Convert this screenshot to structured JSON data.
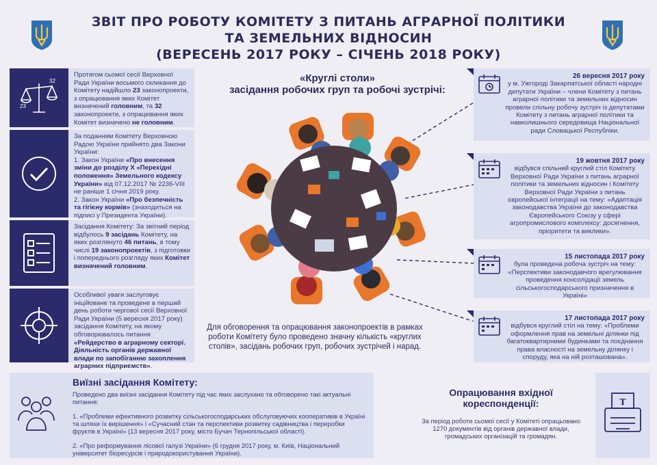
{
  "header": {
    "title_line1": "ЗВІТ ПРО РОБОТУ КОМІТЕТУ З ПИТАНЬ АГРАРНОЇ ПОЛІТИКИ ТА ЗЕМЕЛЬНИХ ВІДНОСИН",
    "title_line2": "(ВЕРЕСЕНЬ 2017 РОКУ – СІЧЕНЬ 2018 РОКУ)"
  },
  "scale_icon": {
    "left": "23",
    "right": "32"
  },
  "left_panels": [
    {
      "p1": "Протягом сьомої сесії Верховної Ради України восьмого скликання до Комітету надійшло ",
      "b1": "23",
      "p2": " законопроекти, з опрацювання яких Комітет визначений ",
      "b2": "головним",
      "p3": ", та ",
      "b3": "32",
      "p4": " законопроекти, з опрацювання яких Комітет визначено ",
      "b4": "не головним",
      "p5": "."
    },
    {
      "intro": "За поданням Комітету Верховною Радою України прийнято два Закони України:",
      "l1a": "1. Закон України ",
      "l1b": "«Про внесення зміни до розділу Х «Перехідні положення» Земельного кодексу України»",
      "l1c": " від 07.12.2017 № 2236-VIII не раніше 1 січня 2019 року.",
      "l2a": "2. Закон України ",
      "l2b": "«Про безпечність та гігієну кормів»",
      "l2c": " (знаходиться на підписі у Президента України)."
    },
    {
      "p1": "Засідання Комітету: За звітний період відбулось ",
      "b1": "9 засідань",
      "p2": " Комітету, на яких розглянуто ",
      "b2": "46 питань",
      "p3": ", в тому числі ",
      "b3": "19 законопроектів",
      "p4": ", з підготовки і попереднього розгляду яких ",
      "b4": "Комітет визначений головним",
      "p5": "."
    },
    {
      "p1": "Особливої уваги заслуговує ініційоване та проведене в перший день роботи чергової сесії Верховної Ради України (5 вересня 2017 року) засідання Комітету, на якому обговорювалось питання ",
      "b1": "«Рейдерство в аграрному секторі. Діяльність органів державної влади по запобіганню захоплення аграрних підприємств»",
      "p2": "."
    }
  ],
  "center": {
    "title_line1": "«Круглі столи»",
    "title_line2": "засідання робочих груп та робочі зустрічі:",
    "description": "Для обговорення та опрацювання законопроектів в рамках роботи Комітету було проведено значну кількість «круглих столів», засідань робочих груп, робочих зустрічей і нарад."
  },
  "right_panels": [
    {
      "date": "26 вересня 2017 року",
      "text": "у м. Ужгороді Закарпатської області народні депутати України – члени Комітету з питань аграрної політики та земельних відносин провели спільну робочу зустріч із депутатами Комітету з питань аграрної політики та навколишнього середовища Національної ради Словацької Республіки."
    },
    {
      "date": "19 жовтня 2017 року",
      "text": "відбувся спільний круглий стіл Комітету Верховної Ради України з питань аграрної політики та земельних відносин і Комітету Верховної Ради України з питань європейської інтеграції на тему: «Адаптація законодавства України до законодавства Європейського Союзу у сфері агропромислового комплексу: досягнення, пріоритети та виклики»."
    },
    {
      "date": "15 листопада 2017 року",
      "text": "була проведена робоча зустріч на тему: «Перспективи законодавчого врегулювання проведення консолідації земель сільськогосподарського призначення в Україні»"
    },
    {
      "date": "17 листопада 2017 року",
      "text": "відбувся круглий стіл на тему: «Проблеми оформлення прав на земельні ділянки під багатоквартирними будинками та поєднання права власності на земельну ділянку і споруду, яка на ній розташована»."
    }
  ],
  "bottom_left": {
    "title": "Виїзні засідання Комітету:",
    "intro": "Проведено два виїзні засідання Комітету під час яких заслухано та обговорено такі актуальні питання:",
    "item1": "1. «Проблеми ефективного розвитку сільськогосподарських обслуговуючих кооперативів в Україні та шляхи їх вирішення» і «Сучасний стан та перспективи розвитку садівництва і переробки фруктів в Україні» (13 вересня 2017 року, місто Бучач Тернопільської області).",
    "item2": "2. «Про реформування лісової галузі України» (6 грудня 2017 року, м. Київ, Національний університет біоресурсів і природокористування України)."
  },
  "bottom_right": {
    "title": "Опрацювання вхідної кореспонденції:",
    "text": "За період роботи сьомої сесії у Комітеті опрацьовано 1270 документів від органів державної влади, громадських організацій та громадян.",
    "typewriter_key": "T"
  },
  "colors": {
    "navy": "#2b2a6b",
    "panel": "#dcdff0",
    "orange": "#e8762b",
    "table": "#4b3b44"
  }
}
